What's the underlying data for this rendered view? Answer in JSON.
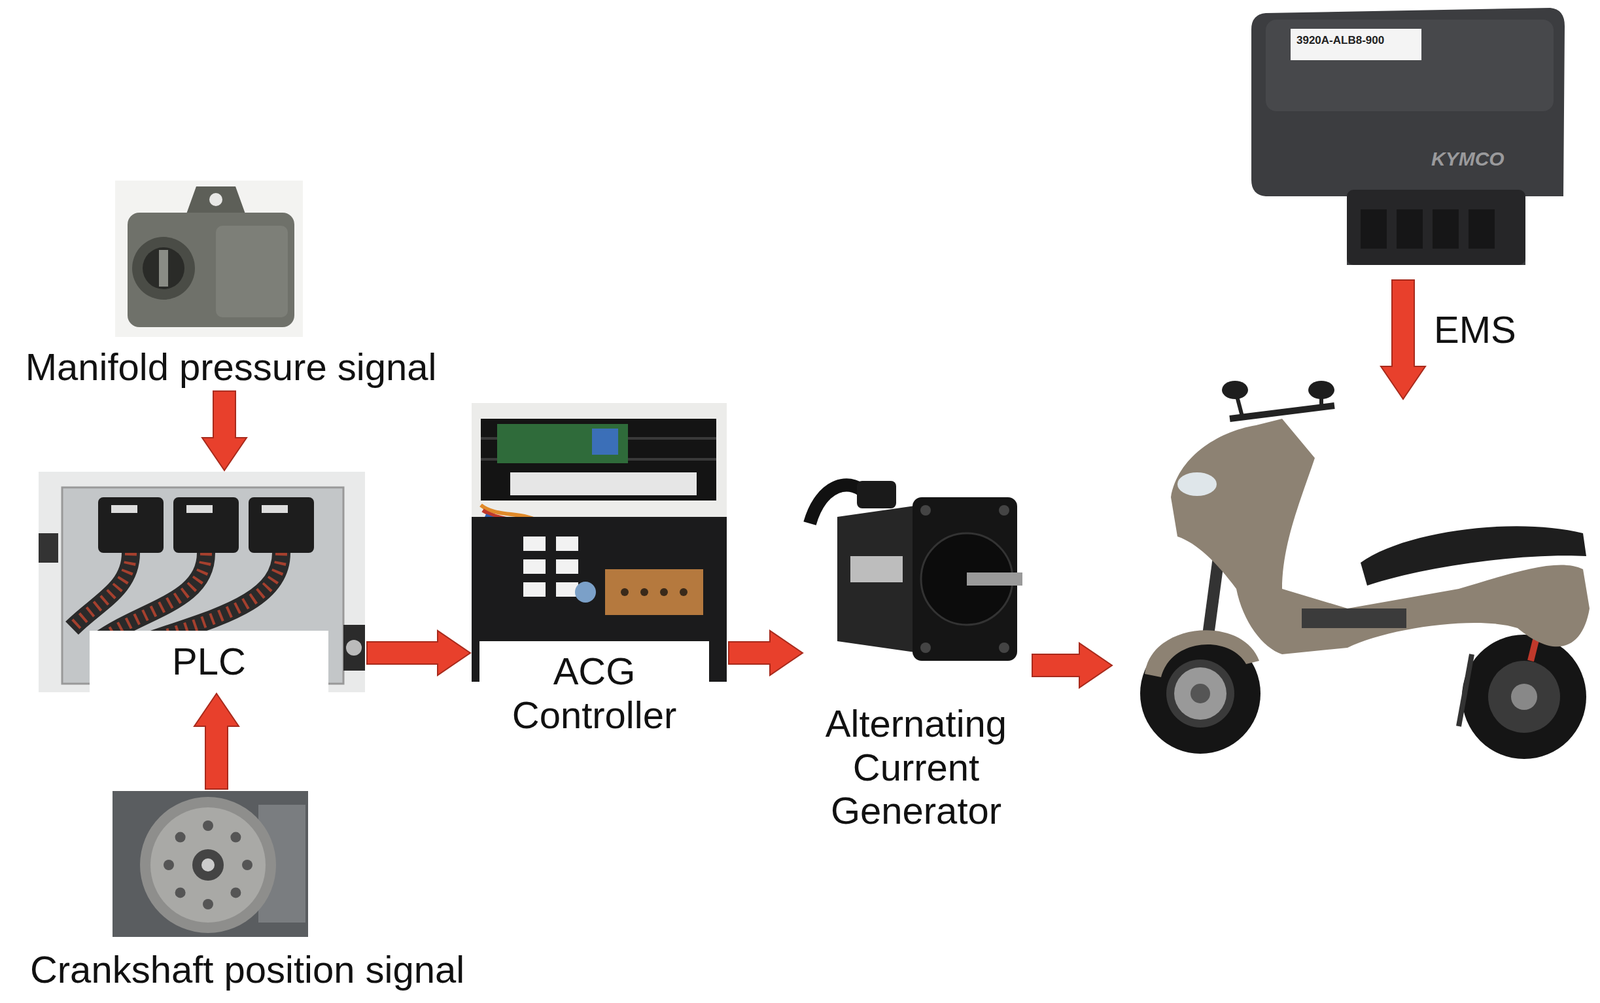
{
  "diagram": {
    "nodes": [
      {
        "text": [
          "Manifold pressure signal"
        ]
      },
      {
        "text": [
          "PLC"
        ]
      },
      {
        "text": [
          "ACG Controller"
        ]
      },
      {
        "text": [
          "Alternating Current Generator"
        ]
      },
      {
        "text": [
          "Crankshaft position signal"
        ]
      }
    ],
    "edges": [
      {
        "from": 0,
        "to": 1,
        "arrow": "to"
      },
      {
        "from": 4,
        "to": 1,
        "arrow": "to"
      },
      {
        "from": 1,
        "to": 2,
        "arrow": "to"
      },
      {
        "from": 2,
        "to": 3,
        "arrow": "to"
      }
    ],
    "labels": [
      "EMS",
      "3920A-ALB8-900",
      "KYMCO"
    ]
  }
}
